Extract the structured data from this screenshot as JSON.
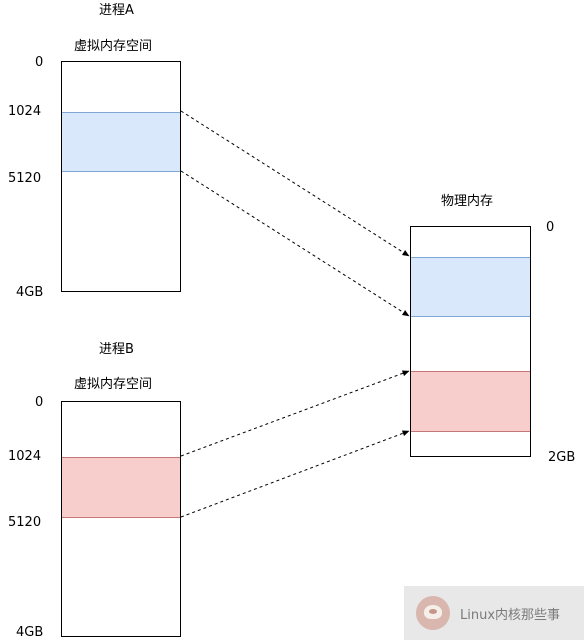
{
  "process_a": {
    "title": "进程A",
    "space_label": "虚拟内存空间",
    "addresses": [
      "0",
      "1024",
      "5120",
      "4GB"
    ]
  },
  "process_b": {
    "title": "进程B",
    "space_label": "虚拟内存空间",
    "addresses": [
      "0",
      "1024",
      "5120",
      "4GB"
    ]
  },
  "physical": {
    "title": "物理内存",
    "start_label": "0",
    "end_label": "2GB"
  },
  "colors": {
    "blue_region": "#dae8fc",
    "red_region": "#f8cecc",
    "arrow": "#000000"
  },
  "watermark": {
    "text": "Linux内核那些事"
  }
}
